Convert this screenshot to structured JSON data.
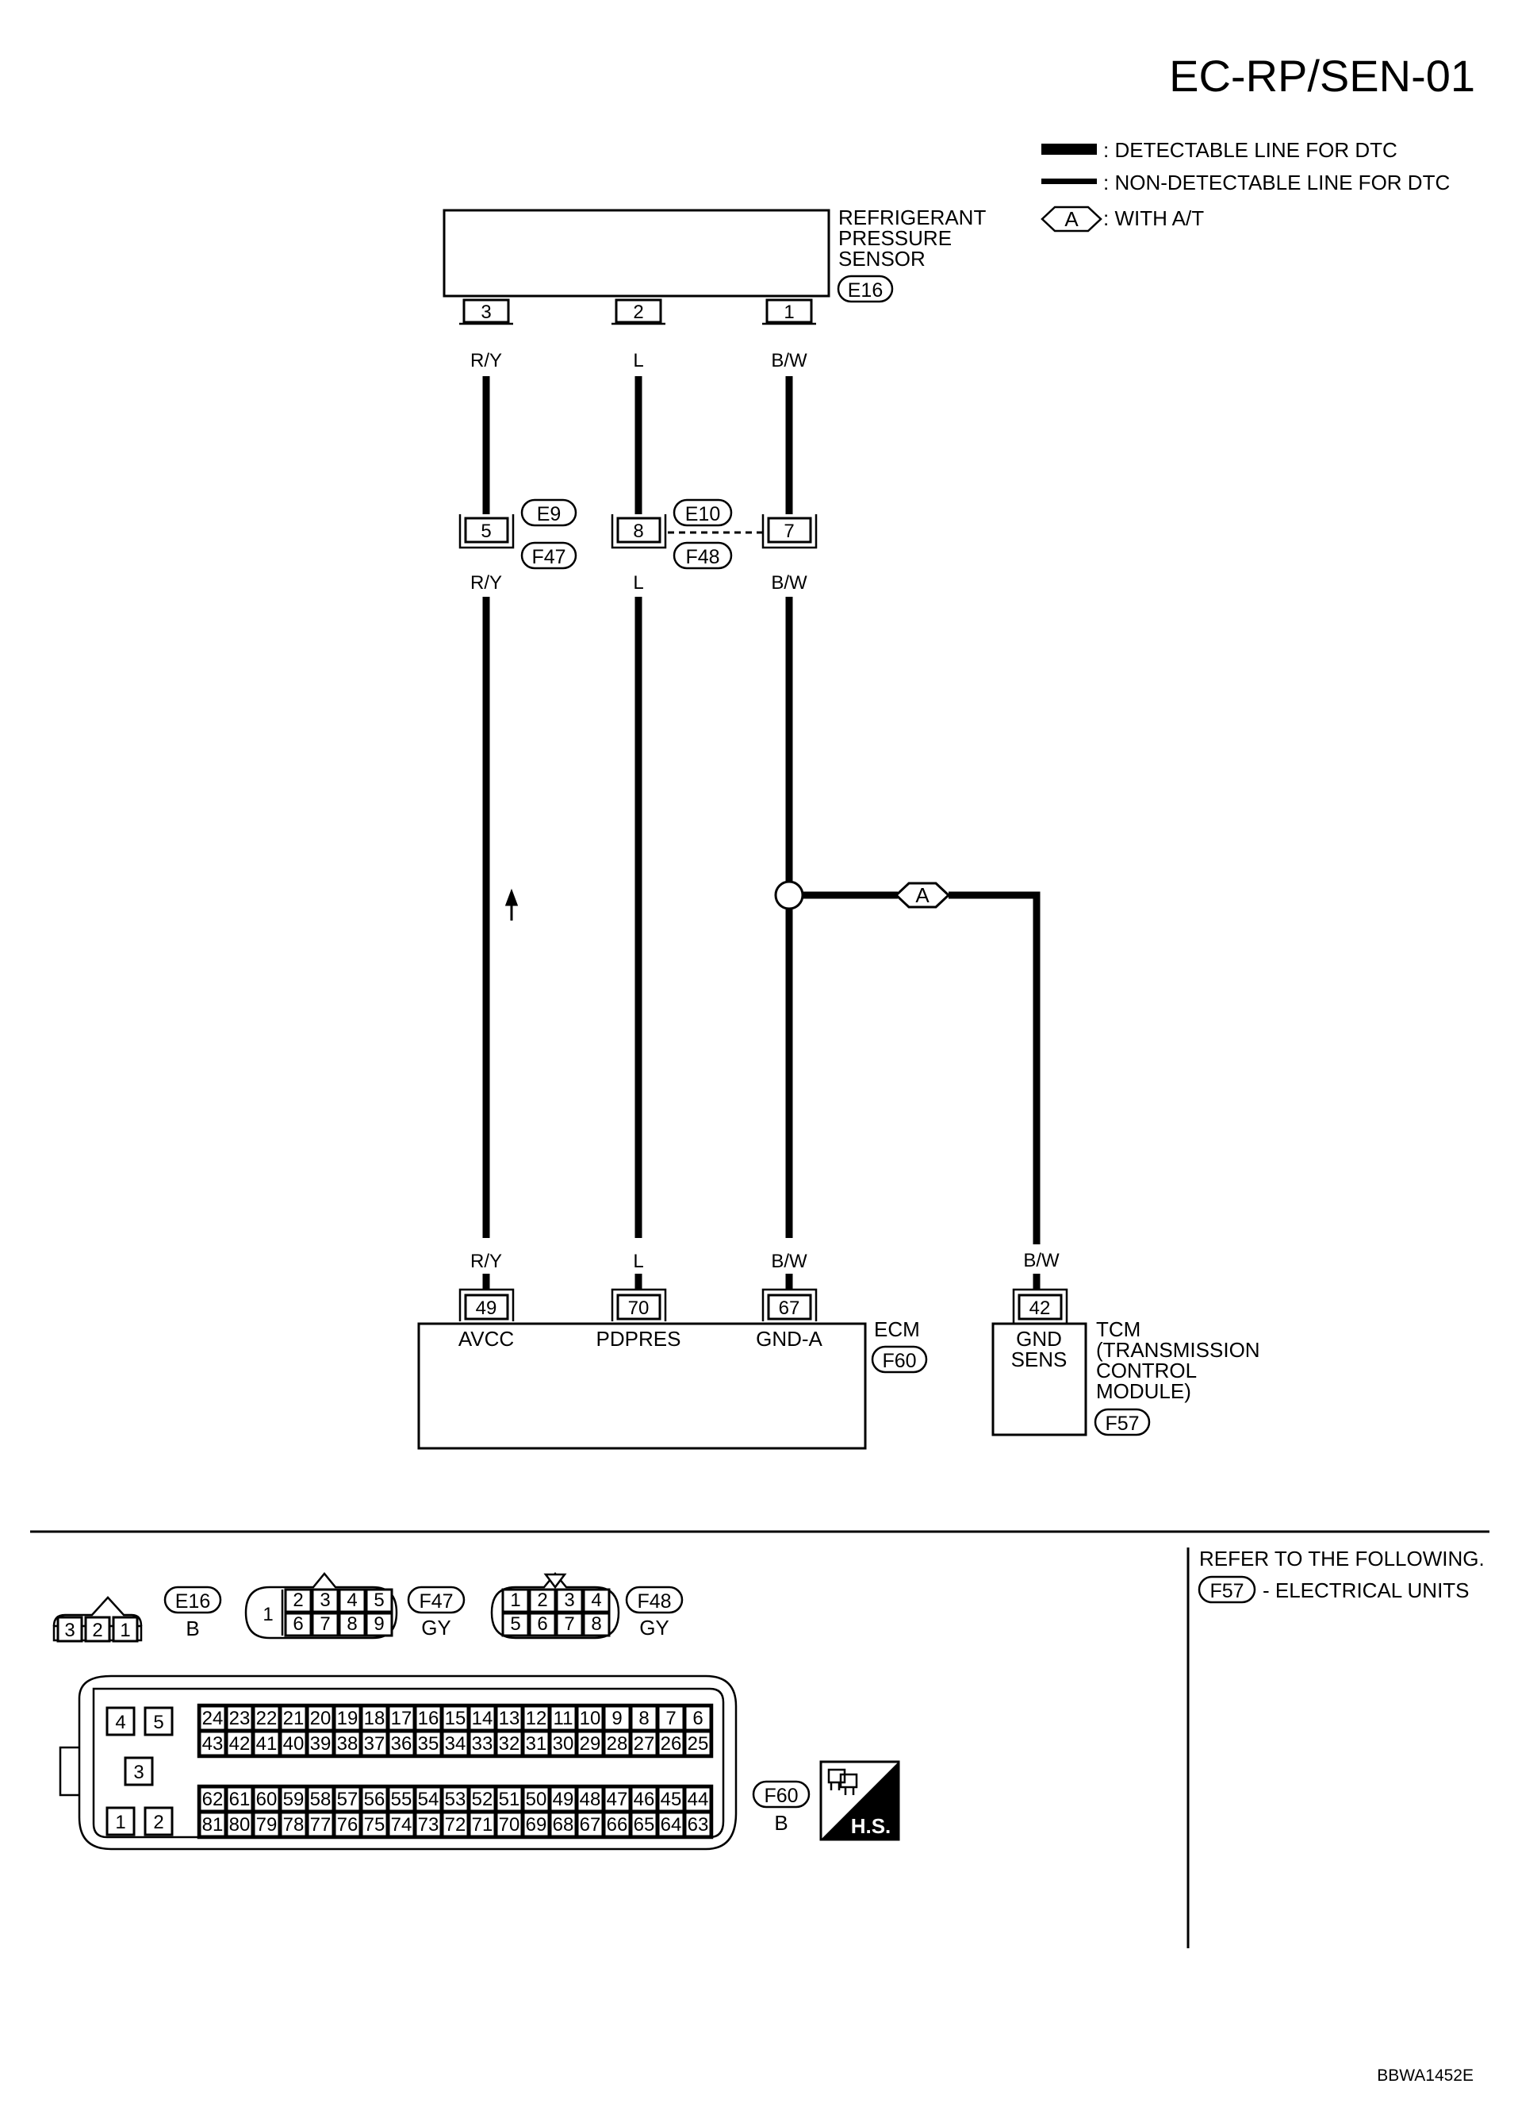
{
  "page_code": "EC-RP/SEN-01",
  "image_id": "BBWA1452E",
  "legend": {
    "detectable": ": DETECTABLE LINE FOR DTC",
    "non_detectable": ": NON-DETECTABLE LINE FOR DTC",
    "option_tag": "A",
    "option": ": WITH A/T"
  },
  "sensor": {
    "line1": "REFRIGERANT",
    "line2": "PRESSURE",
    "line3": "SENSOR",
    "connector": "E16",
    "pins": [
      "3",
      "2",
      "1"
    ],
    "wire_colors": [
      "R/Y",
      "L",
      "B/W"
    ]
  },
  "joint": {
    "upper_connectors": [
      "E9",
      "E10"
    ],
    "lower_connectors": [
      "F47",
      "F48"
    ],
    "pins": [
      "5",
      "8",
      "7"
    ],
    "wire_colors": [
      "R/Y",
      "L",
      "B/W"
    ]
  },
  "branch_tag": "A",
  "ecm": {
    "name": "ECM",
    "connector": "F60",
    "pins": [
      "49",
      "70",
      "67"
    ],
    "terminals": [
      "AVCC",
      "PDPRES",
      "GND-A"
    ],
    "wire_colors": [
      "R/Y",
      "L",
      "B/W"
    ]
  },
  "tcm": {
    "name": "TCM",
    "line2": "(TRANSMISSION",
    "line3": "CONTROL",
    "line4": "MODULE)",
    "connector": "F57",
    "pin": "42",
    "terminal1": "GND",
    "terminal2": "SENS",
    "wire_color": "B/W"
  },
  "refer": {
    "text": "REFER TO THE FOLLOWING.",
    "connector": "F57",
    "desc": "- ELECTRICAL UNITS"
  },
  "connector_faces": {
    "e16": {
      "id": "E16",
      "color": "B",
      "pins": [
        "3",
        "2",
        "1"
      ]
    },
    "f47": {
      "id": "F47",
      "color": "GY",
      "pin_single": "1",
      "top": [
        "2",
        "3",
        "4",
        "5"
      ],
      "bottom": [
        "6",
        "7",
        "8",
        "9"
      ]
    },
    "f48": {
      "id": "F48",
      "color": "GY",
      "top": [
        "1",
        "2",
        "3",
        "4"
      ],
      "bottom": [
        "5",
        "6",
        "7",
        "8"
      ]
    },
    "f60": {
      "id": "F60",
      "color": "B",
      "small_top": [
        "4",
        "5"
      ],
      "small_mid": "3",
      "small_bottom": [
        "1",
        "2"
      ],
      "row1": [
        "24",
        "23",
        "22",
        "21",
        "20",
        "19",
        "18",
        "17",
        "16",
        "15",
        "14",
        "13",
        "12",
        "11",
        "10",
        "9",
        "8",
        "7",
        "6"
      ],
      "row2": [
        "43",
        "42",
        "41",
        "40",
        "39",
        "38",
        "37",
        "36",
        "35",
        "34",
        "33",
        "32",
        "31",
        "30",
        "29",
        "28",
        "27",
        "26",
        "25"
      ],
      "row3": [
        "62",
        "61",
        "60",
        "59",
        "58",
        "57",
        "56",
        "55",
        "54",
        "53",
        "52",
        "51",
        "50",
        "49",
        "48",
        "47",
        "46",
        "45",
        "44"
      ],
      "row4": [
        "81",
        "80",
        "79",
        "78",
        "77",
        "76",
        "75",
        "74",
        "73",
        "72",
        "71",
        "70",
        "69",
        "68",
        "67",
        "66",
        "65",
        "64",
        "63"
      ]
    }
  },
  "hs_badge": "H.S."
}
